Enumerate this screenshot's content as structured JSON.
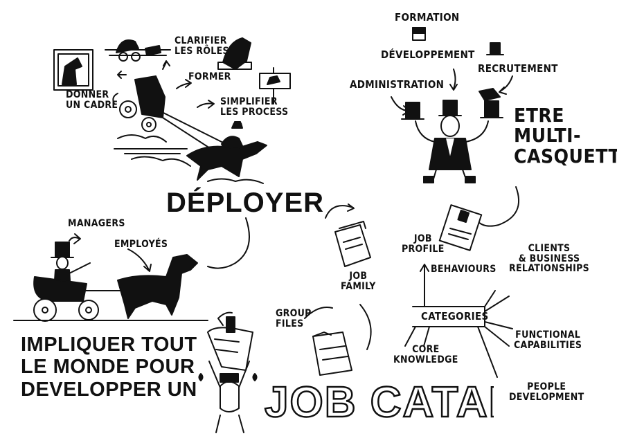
{
  "labels": {
    "formation": "FORMATION",
    "developpement": "DÉVELOPPEMENT",
    "recrutement": "RECRUTEMENT",
    "administration": "ADMINISTRATION",
    "etre_multi": "ETRE\nMULTI-\nCASQUETTE",
    "clarifier": "CLARIFIER\nLES RÔLES",
    "former": "FORMER",
    "donner": "DONNER\nUN CADRE",
    "simplifier": "SIMPLIFIER\nLES PROCESS",
    "deployer": "DÉPLOYER",
    "managers": "MANAGERS",
    "employes": "EMPLOYÉS",
    "impliquer": "IMPLIQUER TOUT\nLE MONDE POUR\nDEVELOPPER UN",
    "job_profile": "JOB\nPROFILE",
    "behaviours": "BEHAVIOURS",
    "clients": "CLIENTS\n& BUSINESS\nRELATIONSHIPS",
    "job_family": "JOB\nFAMILY",
    "categories": "CATEGORIES",
    "group_files": "GROUP\nFILES",
    "core_knowledge": "CORE\nKNOWLEDGE",
    "functional": "FUNCTIONAL\nCAPABILITIES",
    "people_dev": "PEOPLE\nDEVELOPMENT",
    "job_catalog": "JOB CATALOG"
  },
  "colors": {
    "ink": "#111111",
    "paper": "#ffffff"
  }
}
